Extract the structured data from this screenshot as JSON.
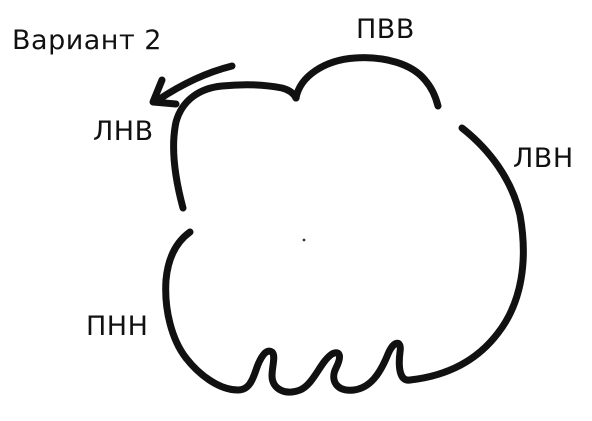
{
  "diagram": {
    "title": "Вариант 2",
    "labels": {
      "pvv": "ПВВ",
      "lnv": "ЛНВ",
      "lvn": "ЛВН",
      "pnn": "ПНН"
    },
    "stroke_color": "#111111",
    "arrow_direction": "counter-clockwise",
    "loop_count": 3
  }
}
